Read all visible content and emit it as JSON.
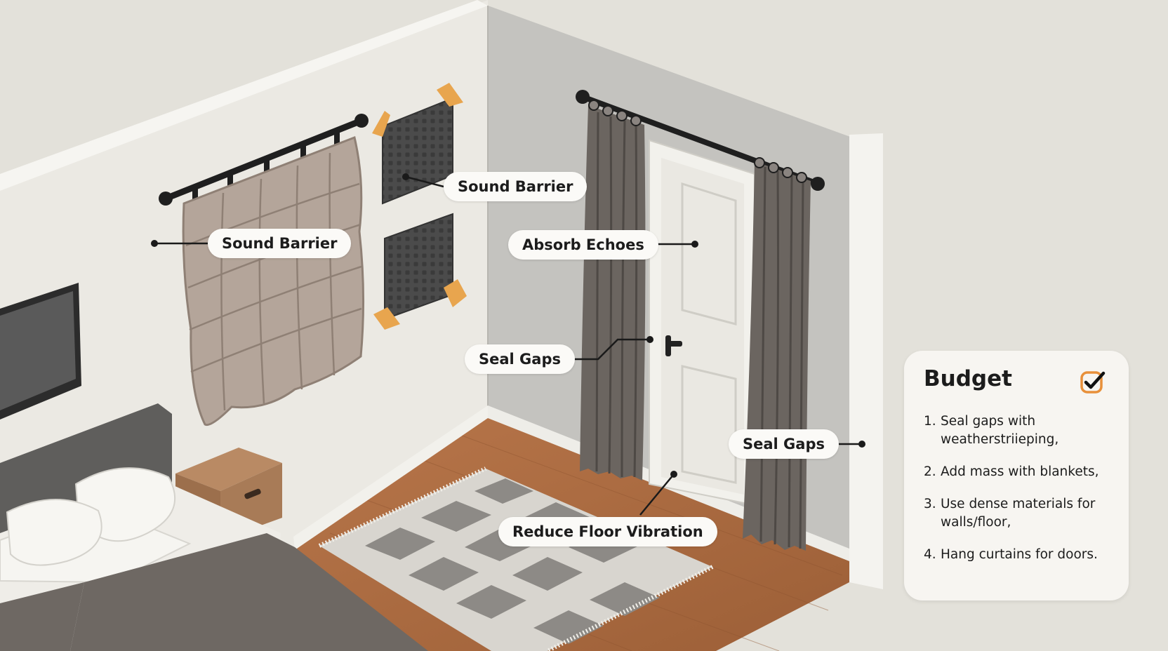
{
  "labels": {
    "sound_barrier_left": "Sound Barrier",
    "sound_barrier_panels": "Sound Barrier",
    "absorb_echoes": "Absorb Echoes",
    "seal_gaps_door": "Seal Gaps",
    "seal_gaps_right": "Seal Gaps",
    "reduce_floor_vibration": "Reduce Floor Vibration"
  },
  "budget": {
    "title": "Budget",
    "icon": "checkbox-checked-icon",
    "items": [
      {
        "number": "1.",
        "text": "Seal gaps with weatherstriieping,"
      },
      {
        "number": "2.",
        "text": "Add mass with blankets,"
      },
      {
        "number": "3.",
        "text": "Use dense materials for walls/floor,"
      },
      {
        "number": "4.",
        "text": "Hang curtains for doors."
      }
    ]
  },
  "colors": {
    "background": "#e3e1da",
    "accent_orange": "#e8903a",
    "blanket": "#b4a59a",
    "curtain": "#6b6560",
    "floor": "#a8683e"
  }
}
